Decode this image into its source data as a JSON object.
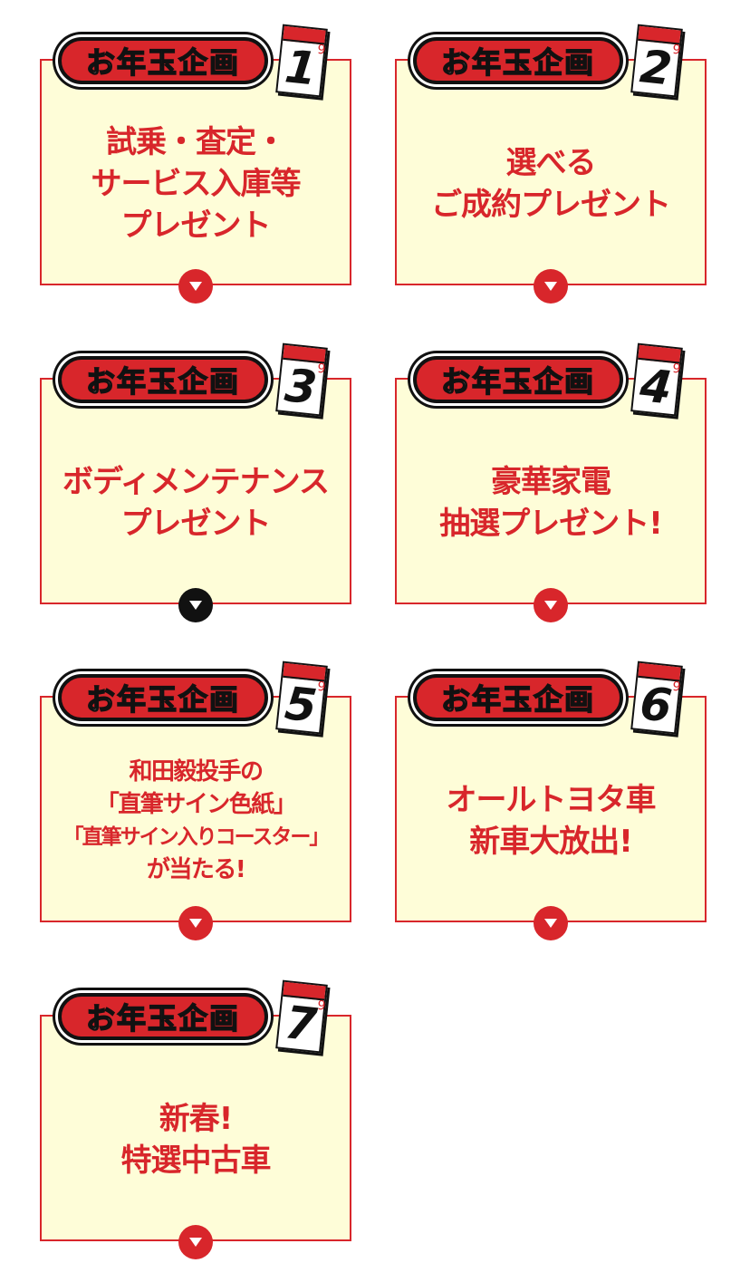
{
  "badge_label": "お年玉企画",
  "cards": [
    {
      "number": "1",
      "lines": [
        "試乗・査定・",
        "サービス入庫等",
        "プレゼント"
      ]
    },
    {
      "number": "2",
      "lines": [
        "選べる",
        "ご成約プレゼント"
      ]
    },
    {
      "number": "3",
      "lines": [
        "ボディメンテナンス",
        "プレゼント"
      ]
    },
    {
      "number": "4",
      "lines": [
        "豪華家電",
        "抽選プレゼント!"
      ]
    },
    {
      "number": "5",
      "lines": [
        "和田毅投手の",
        "「直筆サイン色紙」",
        "「直筆サイン入りコースター」",
        "が当たる!"
      ]
    },
    {
      "number": "6",
      "lines": [
        "オールトヨタ車",
        "新車大放出!"
      ]
    },
    {
      "number": "7",
      "lines": [
        "新春!",
        "特選中古車"
      ]
    }
  ],
  "icons": {
    "toggle": "chevron-down-icon",
    "calendar": "calendar-icon"
  },
  "colors": {
    "accent": "#d8262b",
    "card_bg": "#fefdd8",
    "active_toggle": "#111111"
  },
  "active_card": "3"
}
